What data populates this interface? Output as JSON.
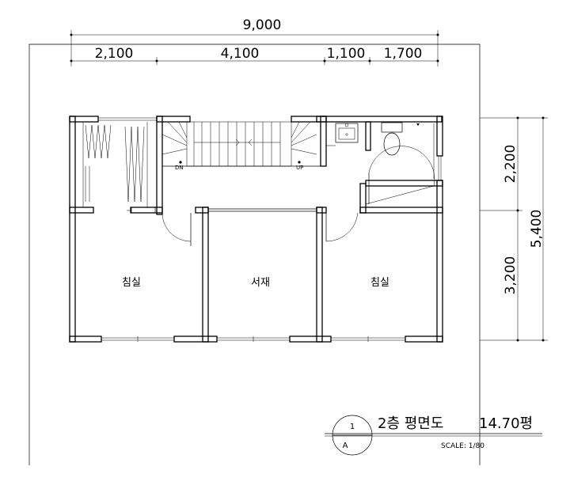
{
  "dimensions": {
    "top_total": "9,000",
    "top_segments": [
      "2,100",
      "4,100",
      "1,100",
      "1,700"
    ],
    "right_segments": [
      "2,200",
      "3,200"
    ],
    "right_total": "5,400"
  },
  "rooms": {
    "bedroom_left": "침실",
    "study": "서재",
    "bedroom_right": "침실"
  },
  "stair": {
    "down": "DN",
    "up": "UP"
  },
  "title_block": {
    "marker_number": "1",
    "marker_letter": "A",
    "title": "2층 평면도",
    "area": "14.70평",
    "scale": "SCALE: 1/80"
  }
}
